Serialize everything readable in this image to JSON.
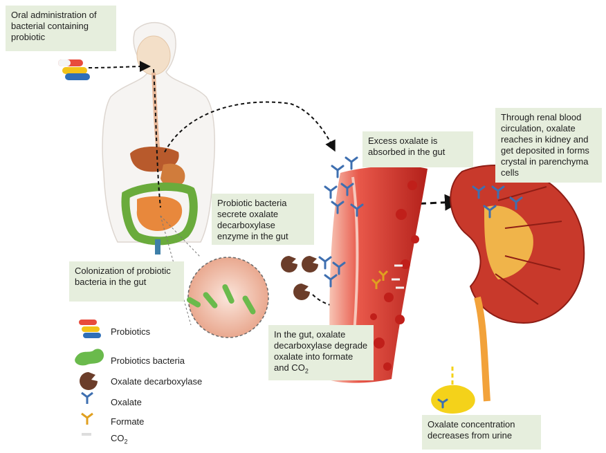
{
  "boxes": {
    "oral": "Oral administration of bacterial containing probiotic",
    "excess": "Excess oxalate is absorbed in the gut",
    "renal": "Through renal blood circulation, oxalate reaches in kidney and get deposited in forms crystal in parenchyma cells",
    "secrete": "Probiotic bacteria secrete oxalate decarboxylase enzyme in the gut",
    "colonization": "Colonization of probiotic bacteria in the gut",
    "degrade_main": "In the gut, oxalate decarboxylase degrade oxalate into formate and CO",
    "degrade_sub": "2",
    "urine": "Oxalate concentration decreases from urine"
  },
  "legend": {
    "probiotics": "Probiotics",
    "bacteria": "Probiotics bacteria",
    "enzyme": "Oxalate decarboxylase",
    "oxalate": "Oxalate",
    "formate": "Formate",
    "co2_main": "CO",
    "co2_sub": "2"
  },
  "colors": {
    "box_bg": "#e6eedd",
    "vessel": "#d8322a",
    "kidney": "#c8392b",
    "oxalate": "#3e6fb0",
    "formate": "#e0a020",
    "enzyme": "#6b3d2a",
    "bacteria": "#5aa83a",
    "urine": "#f4d21a"
  }
}
